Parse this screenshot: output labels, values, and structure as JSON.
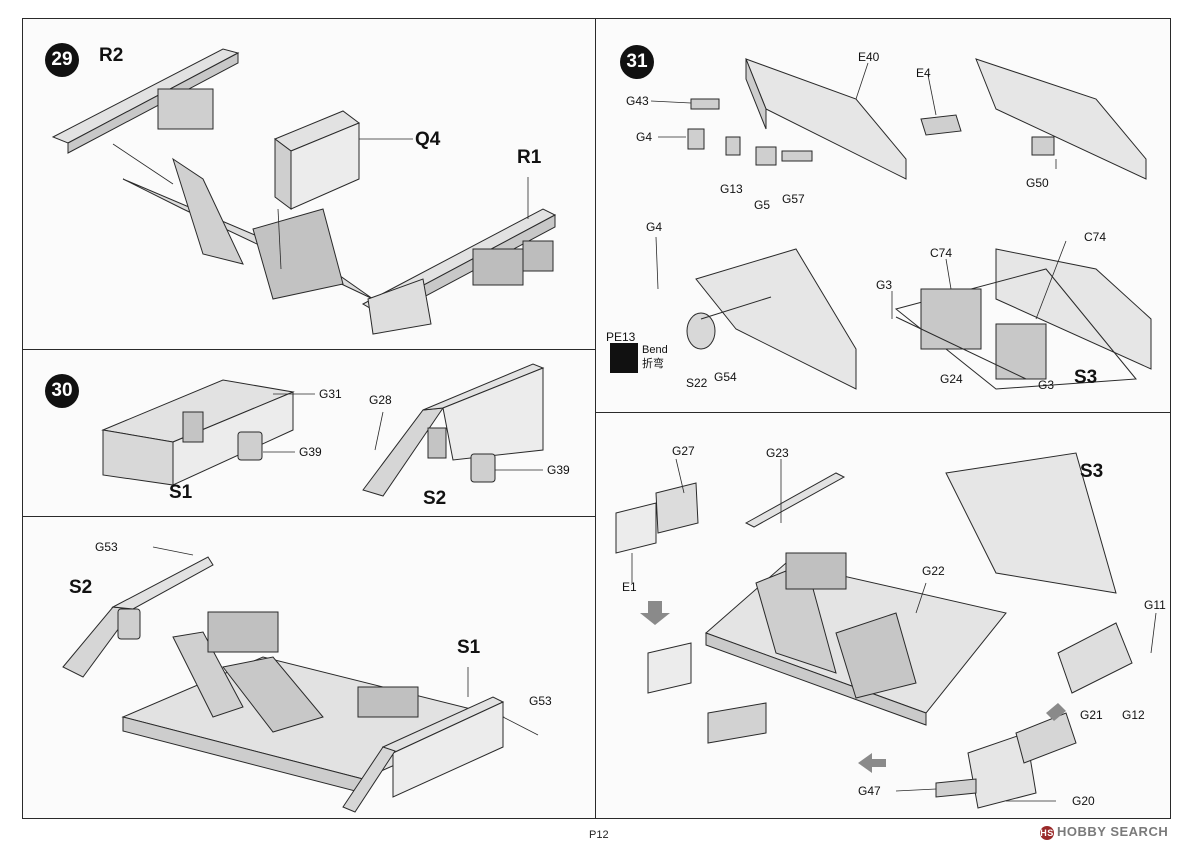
{
  "page": {
    "number": "P12",
    "watermark": "HOBBY SEARCH"
  },
  "steps": [
    {
      "number": "29",
      "parts": [
        "R2",
        "Q4",
        "R1"
      ]
    },
    {
      "number": "30",
      "parts": [
        "G31",
        "G39",
        "S1",
        "G28",
        "G39",
        "S2"
      ]
    },
    {
      "number": "31",
      "parts": [
        "G43",
        "G4",
        "G13",
        "G5",
        "G57",
        "E40",
        "E4",
        "G50",
        "G4",
        "PE13",
        "S22",
        "G54",
        "C74",
        "C74",
        "G3",
        "G24",
        "G3",
        "S3"
      ],
      "bend_note": {
        "en": "Bend",
        "zh": "折弯"
      }
    },
    {
      "number": "",
      "parts": [
        "G53",
        "S2",
        "S1",
        "G53"
      ]
    },
    {
      "number": "",
      "parts": [
        "G27",
        "G23",
        "S3",
        "E1",
        "G22",
        "G11",
        "G21",
        "G12",
        "G47",
        "G20"
      ]
    }
  ],
  "colors": {
    "line": "#2a2a2a",
    "part_fill": "#e2e2e2",
    "part_dark": "#b8b8b8",
    "arrow": "#8a8a8a"
  }
}
